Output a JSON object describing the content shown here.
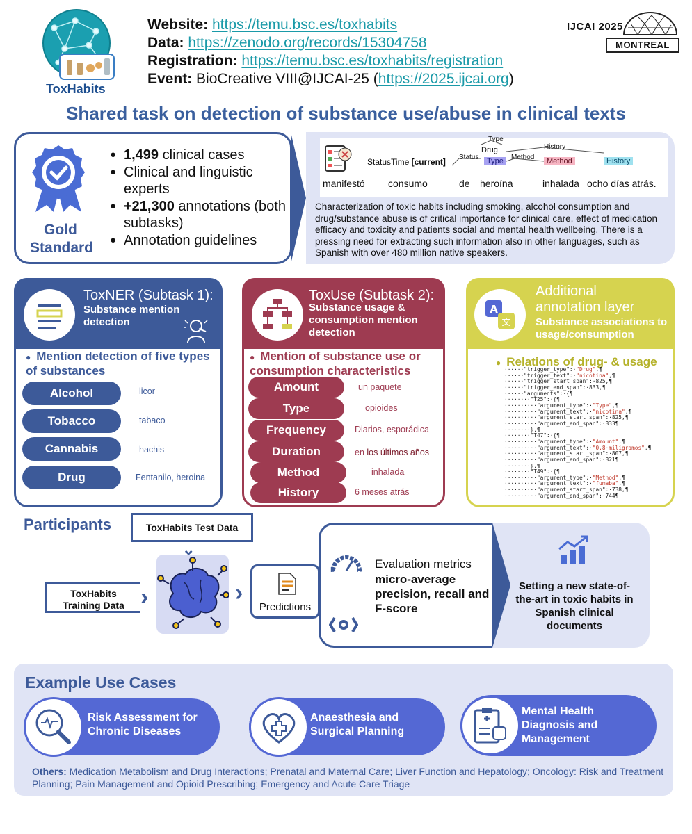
{
  "header": {
    "logo_text": "ToxHabits",
    "website_label": "Website:",
    "website_url": "https://temu.bsc.es/toxhabits",
    "data_label": "Data:",
    "data_url": "https://zenodo.org/records/15304758",
    "registration_label": "Registration:",
    "registration_url": "https://temu.bsc.es/toxhabits/registration",
    "event_label": "Event:",
    "event_text": "BioCreative VIII@IJCAI-25 (",
    "event_url": "https://2025.ijcai.org",
    "event_close": ")",
    "ijcai_badge": "IJCAI 2025",
    "ijcai_city": "MONTREAL"
  },
  "title": "Shared task on detection of substance use/abuse in clinical texts",
  "gold": {
    "label_line1": "Gold",
    "label_line2": "Standard",
    "b1_num": "1,499",
    "b1_text": " clinical cases",
    "b2": "Clinical and linguistic experts",
    "b3_num": "+21,300",
    "b3_text": " annotations (both subtasks)",
    "b4": "Annotation guidelines"
  },
  "annotation_example": {
    "words": [
      "manifestó",
      "consumo",
      "de",
      "heroína",
      "inhalada",
      "ocho días atrás."
    ],
    "statustime": "StatusTime ",
    "statustime_bold": "[current]",
    "tag_drug": "Drug",
    "tag_type": "Type",
    "tag_method": "Method",
    "tag_history": "History",
    "rel_type": "Type",
    "rel_status": "Status",
    "rel_method": "Method",
    "rel_history": "History"
  },
  "description": "Characterization of toxic habits including smoking, alcohol consumption and drug/substance abuse is of critical importance for clinical care, effect of medication efficacy and toxicity and patients social and mental health wellbeing. There is a pressing need for extracting such information also in other languages, such as Spanish with over 480 million native speakers.",
  "subtask1": {
    "title": "ToxNER (Subtask 1):",
    "subtitle": "Substance mention detection",
    "bullet": "Mention detection of five types of substances",
    "items": [
      {
        "label": "Alcohol",
        "example": "licor"
      },
      {
        "label": "Tobacco",
        "example": "tabaco"
      },
      {
        "label": "Cannabis",
        "example": "hachis"
      },
      {
        "label": "Drug",
        "example": "Fentanilo, heroina"
      }
    ]
  },
  "subtask2": {
    "title": "ToxUse (Subtask 2):",
    "subtitle": "Substance usage & consumption mention detection",
    "bullet": "Mention of substance use or consumption characteristics",
    "items": [
      {
        "label": "Amount",
        "example": "un paquete"
      },
      {
        "label": "Type",
        "example": "opioides"
      },
      {
        "label": "Frequency",
        "example": "Diarios, esporádica"
      },
      {
        "label": "Duration",
        "example_pre": "en ",
        "example": "los últimos años"
      },
      {
        "label": "Method",
        "example": "inhalada"
      },
      {
        "label": "History",
        "example": "6 meses atrás"
      }
    ]
  },
  "layer": {
    "title": "Additional annotation layer",
    "subtitle": "Substance associations to usage/consumption",
    "bullet": "Relations of drug- & usage",
    "json_lines": [
      "······\"trigger_type\":·\"Drug\",¶",
      "······\"trigger_text\":·\"nicotina\",¶",
      "······\"trigger_start_span\":·825,¶",
      "······\"trigger_end_span\":·833,¶",
      "······\"arguments\":·{¶",
      "········\"T25\":·{¶",
      "··········\"argument_type\":·\"Type\",¶",
      "··········\"argument_text\":·\"nicotina\",¶",
      "··········\"argument_start_span\":·825,¶",
      "··········\"argument_end_span\":·833¶",
      "········},¶",
      "········\"T47\":·{¶",
      "··········\"argument_type\":·\"Amount\",¶",
      "··········\"argument_text\":·\"0,8·miligramos\",¶",
      "··········\"argument_start_span\":·807,¶",
      "··········\"argument_end_span\":·821¶",
      "········},¶",
      "········\"T49\":·{¶",
      "··········\"argument_type\":·\"Method\",¶",
      "··········\"argument_text\":·\"fumaba\",¶",
      "··········\"argument_start_span\":·738,¶",
      "··········\"argument_end_span\":·744¶"
    ]
  },
  "participants": {
    "title": "Participants",
    "test_data": "ToxHabits Test Data",
    "training_line1": "ToxHabits",
    "training_line2": "Training Data",
    "predictions": "Predictions",
    "metrics_intro": "Evaluation metrics",
    "metrics_bold": "micro-average precision, recall and F-score",
    "gauge_l": "L",
    "gauge_h": "H",
    "sota": "Setting a new state-of-the-art in toxic habits in Spanish clinical documents"
  },
  "examples": {
    "title": "Example Use Cases",
    "cases": [
      "Risk Assessment for Chronic Diseases",
      "Anaesthesia and Surgical Planning",
      "Mental Health Diagnosis and Management"
    ],
    "others_label": "Others:",
    "others_text": " Medication Metabolism and Drug Interactions; Prenatal and Maternal Care; Liver Function and Hepatology; Oncology: Risk and Treatment Planning; Pain Management and Opioid Prescribing; Emergency and Acute Care Triage"
  },
  "colors": {
    "navy": "#3d5a99",
    "wine": "#9e3b51",
    "olive": "#d6d34f",
    "lavender": "#e0e4f5",
    "periwinkle": "#5468d4",
    "link": "#1a9aa8"
  }
}
